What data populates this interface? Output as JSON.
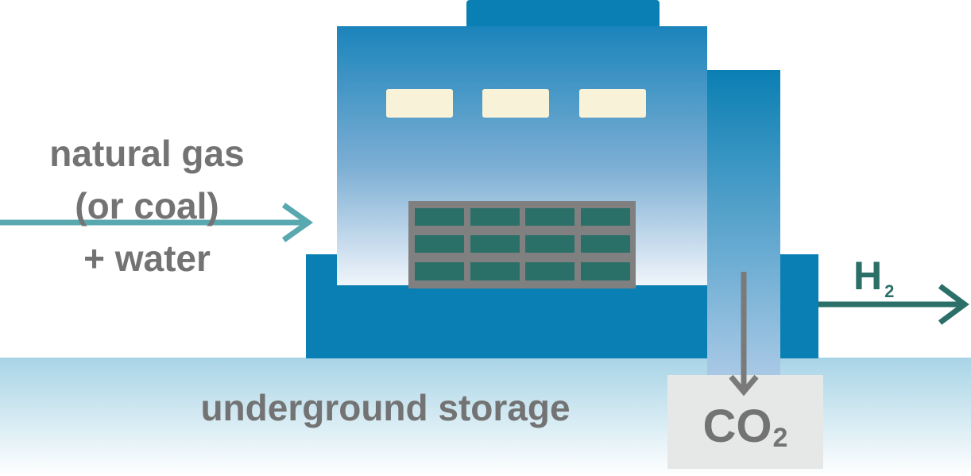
{
  "input": {
    "lines": [
      "natural gas",
      "(or coal)",
      "+ water"
    ]
  },
  "output": {
    "main": "H",
    "sub": "2"
  },
  "co2": {
    "main": "CO",
    "sub": "2"
  },
  "storage": {
    "label": "underground storage"
  },
  "colors": {
    "building": "#0a7fb3",
    "building_light": "#e8f1f9",
    "window": "#f8f2d8",
    "grid_frame": "#808080",
    "grid_cell": "#2b7068",
    "input_arrow": "#58a8b0",
    "output_arrow": "#2b7068",
    "co2_arrow": "#7a7a7a",
    "ground_top": "#a8d4e6",
    "co2_box": "#e6e8e8",
    "text": "#737373"
  },
  "icons": {
    "building": "factory-building",
    "chimney": "chimney",
    "input_arrow": "arrow-right-icon",
    "output_arrow": "arrow-right-icon",
    "co2_arrow": "arrow-down-icon"
  }
}
